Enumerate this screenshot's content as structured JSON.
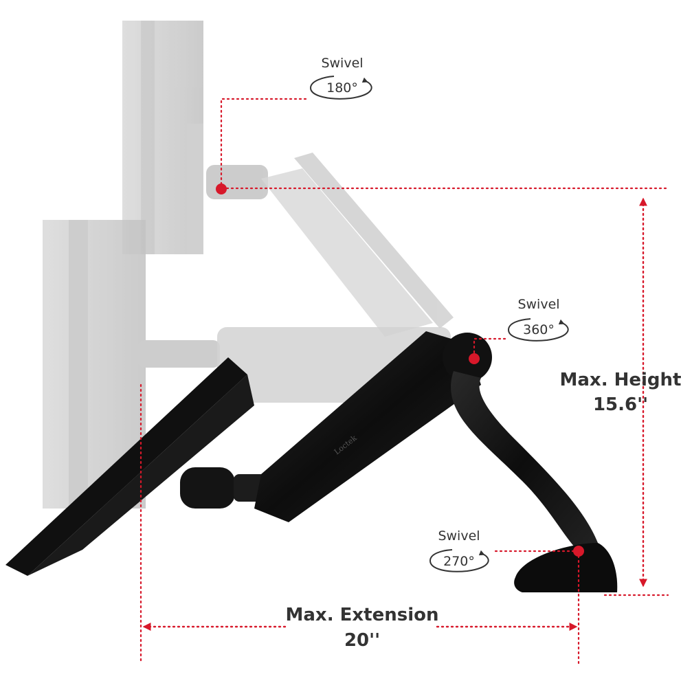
{
  "swivels": [
    {
      "title": "Swivel",
      "angle": "180°"
    },
    {
      "title": "Swivel",
      "angle": "360°"
    },
    {
      "title": "Swivel",
      "angle": "270°"
    }
  ],
  "height": {
    "label": "Max. Height",
    "value": "15.6''"
  },
  "extension": {
    "label": "Max. Extension",
    "value": "20''"
  },
  "brand": {
    "logo_text": "Loctek"
  },
  "colors": {
    "accent": "#d7182a",
    "text": "#333333",
    "arm": "#111111",
    "ghost": "#cfcfcf"
  }
}
